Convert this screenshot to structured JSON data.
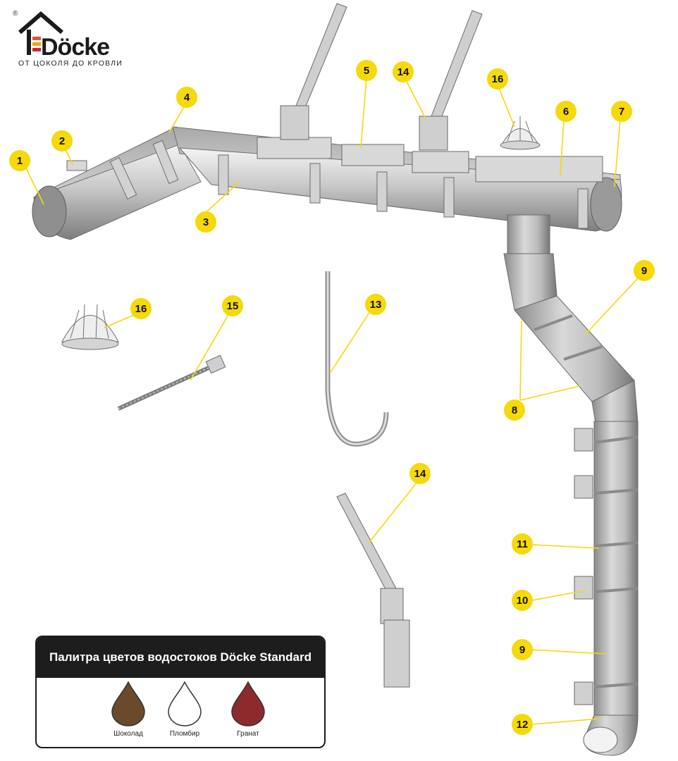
{
  "brand": {
    "reg_mark": "®",
    "name": "Döcke",
    "tagline": "ОТ ЦОКОЛЯ ДО КРОВЛИ",
    "accent_color": "#e4572e"
  },
  "callouts": [
    {
      "id": "c1",
      "number": "1"
    },
    {
      "id": "c2",
      "number": "2"
    },
    {
      "id": "c3",
      "number": "3"
    },
    {
      "id": "c4",
      "number": "4"
    },
    {
      "id": "c5",
      "number": "5"
    },
    {
      "id": "c14a",
      "number": "14"
    },
    {
      "id": "c16a",
      "number": "16"
    },
    {
      "id": "c6",
      "number": "6"
    },
    {
      "id": "c7",
      "number": "7"
    },
    {
      "id": "c9a",
      "number": "9"
    },
    {
      "id": "c16b",
      "number": "16"
    },
    {
      "id": "c15",
      "number": "15"
    },
    {
      "id": "c13",
      "number": "13"
    },
    {
      "id": "c8",
      "number": "8"
    },
    {
      "id": "c14b",
      "number": "14"
    },
    {
      "id": "c11",
      "number": "11"
    },
    {
      "id": "c10",
      "number": "10"
    },
    {
      "id": "c9b",
      "number": "9"
    },
    {
      "id": "c12",
      "number": "12"
    }
  ],
  "callout_color": "#f5d90a",
  "palette": {
    "title": "Палитра цветов водостоков Döcke Standard",
    "colors": [
      {
        "name": "Шоколад",
        "color": "#6b4a2b"
      },
      {
        "name": "Пломбир",
        "color": "#ffffff"
      },
      {
        "name": "Гранат",
        "color": "#8e2a2c"
      }
    ]
  }
}
